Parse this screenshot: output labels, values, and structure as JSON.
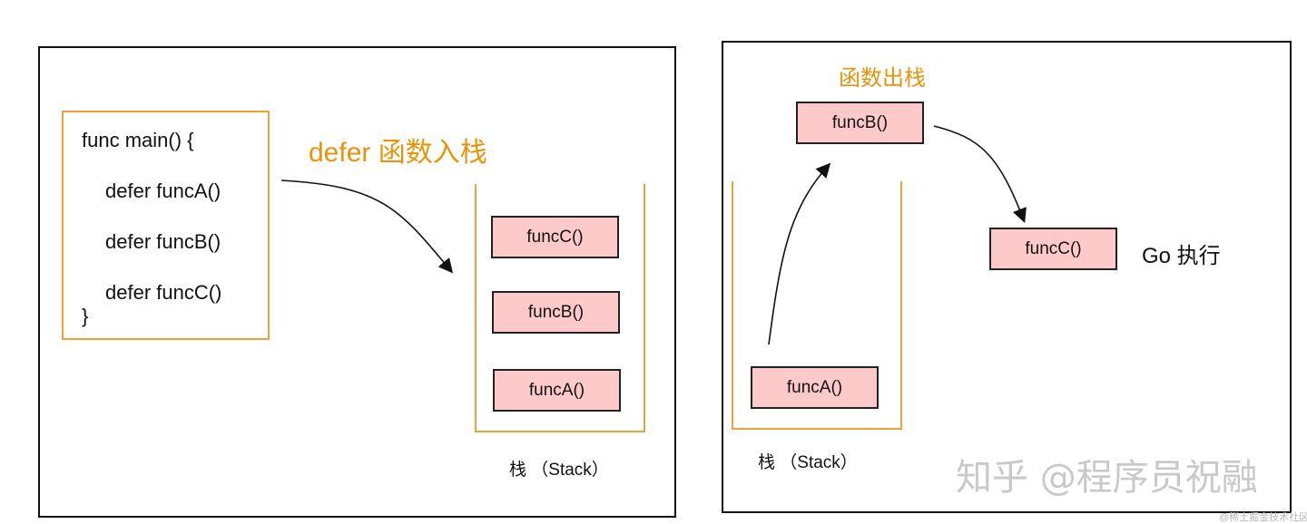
{
  "left_panel": {
    "code_lines": [
      "func main() {",
      "defer funcA()",
      "defer funcB()",
      "defer funcC()",
      "}"
    ],
    "title": "defer 函数入栈",
    "stack_items": [
      "funcC()",
      "funcB()",
      "funcA()"
    ],
    "stack_caption": "栈  （Stack）"
  },
  "right_panel": {
    "title": "函数出栈",
    "popped_item": "funcB()",
    "executed_item": "funcC()",
    "exec_label": "Go 执行",
    "stack_items": [
      "funcA()"
    ],
    "stack_caption": "栈  （Stack）"
  },
  "watermark": {
    "main": "知乎 @程序员祝融",
    "small": "@稀土掘金技术社区"
  },
  "colors": {
    "accent_orange": "#e8930c",
    "box_border_orange": "#e8a33a",
    "function_fill": "#fdc9c9",
    "outline": "#111111"
  }
}
